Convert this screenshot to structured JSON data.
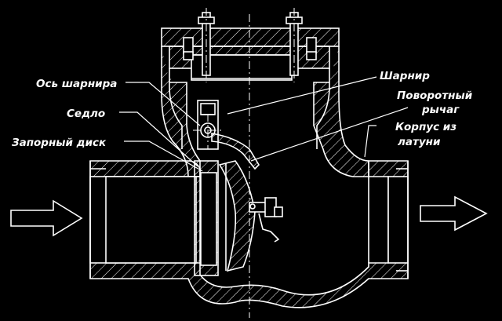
{
  "labels": {
    "hinge_axis": "Ось шарнира",
    "seat": "Седло",
    "disc": "Запорный диск",
    "hinge": "Шарнир",
    "lever_line1": "Поворотный",
    "lever_line2": "рычаг",
    "body_line1": "Корпус из",
    "body_line2": "латуни"
  },
  "colors": {
    "background": "#000000",
    "linework": "#ffffff"
  },
  "flow_direction": "left-to-right"
}
